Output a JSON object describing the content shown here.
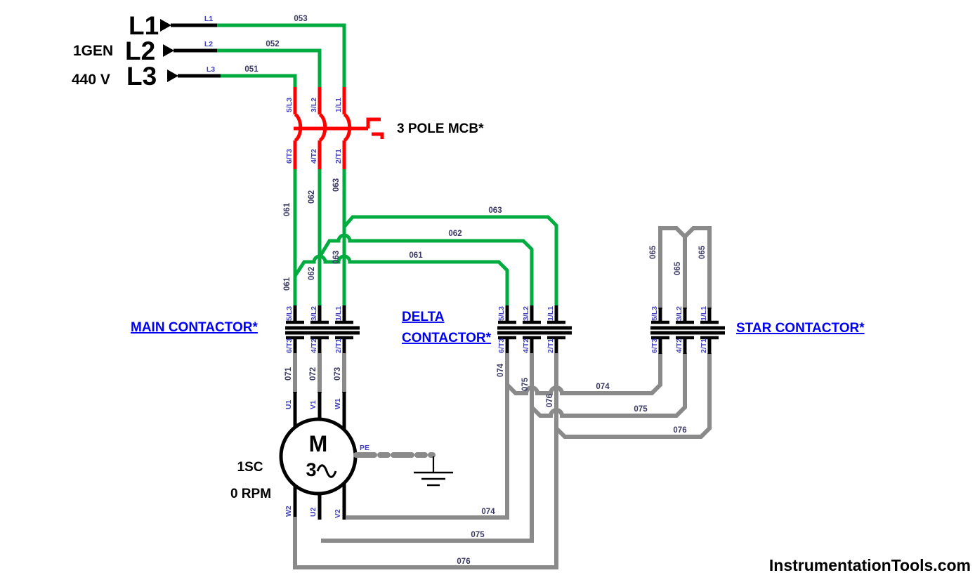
{
  "watermark": "InstrumentationTools.com",
  "colors": {
    "wire_energized_green": "#00AB3F",
    "wire_mcb_red": "#FF0000",
    "wire_deenergized_gray": "#8A8A8A",
    "label_title_blue": "#0000F0",
    "label_terminal_blue": "#4141BE",
    "label_wire_number_navy": "#3A3A66"
  },
  "source": {
    "phase_big_labels": [
      "L1",
      "L2",
      "L3"
    ],
    "generator_tag": "1GEN",
    "voltage": "440 V",
    "phase_small_labels": [
      "L1",
      "L2",
      "L3"
    ],
    "wire_numbers": [
      "053",
      "052",
      "051"
    ]
  },
  "mcb": {
    "label": "3 POLE MCB*",
    "terminals_top": [
      "5/L3",
      "3/L2",
      "1/L1"
    ],
    "terminals_bottom": [
      "6/T3",
      "4/T2",
      "2/T1"
    ]
  },
  "feeder": {
    "upper_wire_numbers": [
      "061",
      "062",
      "063"
    ],
    "lower_wire_numbers": [
      "061",
      "062",
      "063"
    ],
    "branch_wire_numbers": [
      "061",
      "062",
      "063"
    ]
  },
  "main_contactor": {
    "label": "MAIN CONTACTOR*",
    "terminals_top": [
      "5/L3",
      "3/L2",
      "1/L1"
    ],
    "terminals_bottom": [
      "6/T3",
      "4/T2",
      "2/T1"
    ],
    "wire_numbers": [
      "071",
      "072",
      "073"
    ]
  },
  "delta_contactor": {
    "label_line1": "DELTA",
    "label_line2": "CONTACTOR*",
    "terminals_top": [
      "5/L3",
      "3/L2",
      "1/L1"
    ],
    "terminals_bottom": [
      "6/T3",
      "4/T2",
      "2/T1"
    ],
    "vertical_wire_numbers": [
      "074",
      "075",
      "076"
    ],
    "star_branch_wire_numbers": [
      "074",
      "075",
      "076"
    ]
  },
  "star_contactor": {
    "label": "STAR CONTACTOR*",
    "terminals_top": [
      "5/L3",
      "3/L2",
      "1/L1"
    ],
    "terminals_bottom": [
      "6/T3",
      "4/T2",
      "2/T1"
    ],
    "star_point_wire_numbers": [
      "065",
      "065",
      "065"
    ]
  },
  "motor": {
    "tag": "1SC",
    "speed": "0 RPM",
    "symbol_letter": "M",
    "symbol_phases": "3",
    "terminals_top": [
      "U1",
      "V1",
      "W1"
    ],
    "terminals_bottom": [
      "W2",
      "U2",
      "V2"
    ],
    "pe_label": "PE"
  },
  "motor_return_wire_numbers": [
    "074",
    "075",
    "076"
  ]
}
